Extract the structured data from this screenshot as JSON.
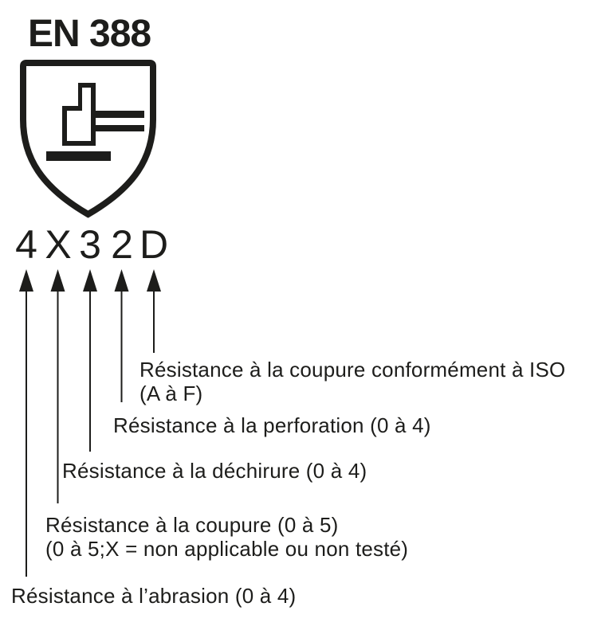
{
  "standard": {
    "title": "EN 388"
  },
  "rating": {
    "chars": [
      "4",
      "X",
      "3",
      "2",
      "D"
    ]
  },
  "legend": [
    {
      "code_char": "D",
      "lines": [
        "Résistance à la coupure conformément à ISO",
        "(A à F)"
      ]
    },
    {
      "code_char": "2",
      "lines": [
        "Résistance à la perforation (0 à 4)"
      ]
    },
    {
      "code_char": "3",
      "lines": [
        "Résistance à la déchirure (0 à 4)"
      ]
    },
    {
      "code_char": "X",
      "lines": [
        "Résistance à la coupure (0 à 5)",
        "(0 à 5;X = non applicable ou non testé)"
      ]
    },
    {
      "code_char": "4",
      "lines": [
        "Résistance à l’abrasion (0 à 4)"
      ]
    }
  ],
  "icons": {
    "shield": "en388-shield-icon",
    "hazard": "mechanical-hazard-hammer-icon",
    "arrows": [
      "arrow-up-iso-cut",
      "arrow-up-puncture",
      "arrow-up-tear",
      "arrow-up-cut",
      "arrow-up-abrasion"
    ]
  },
  "colors": {
    "ink": "#1d1d1b",
    "bg": "#ffffff"
  }
}
